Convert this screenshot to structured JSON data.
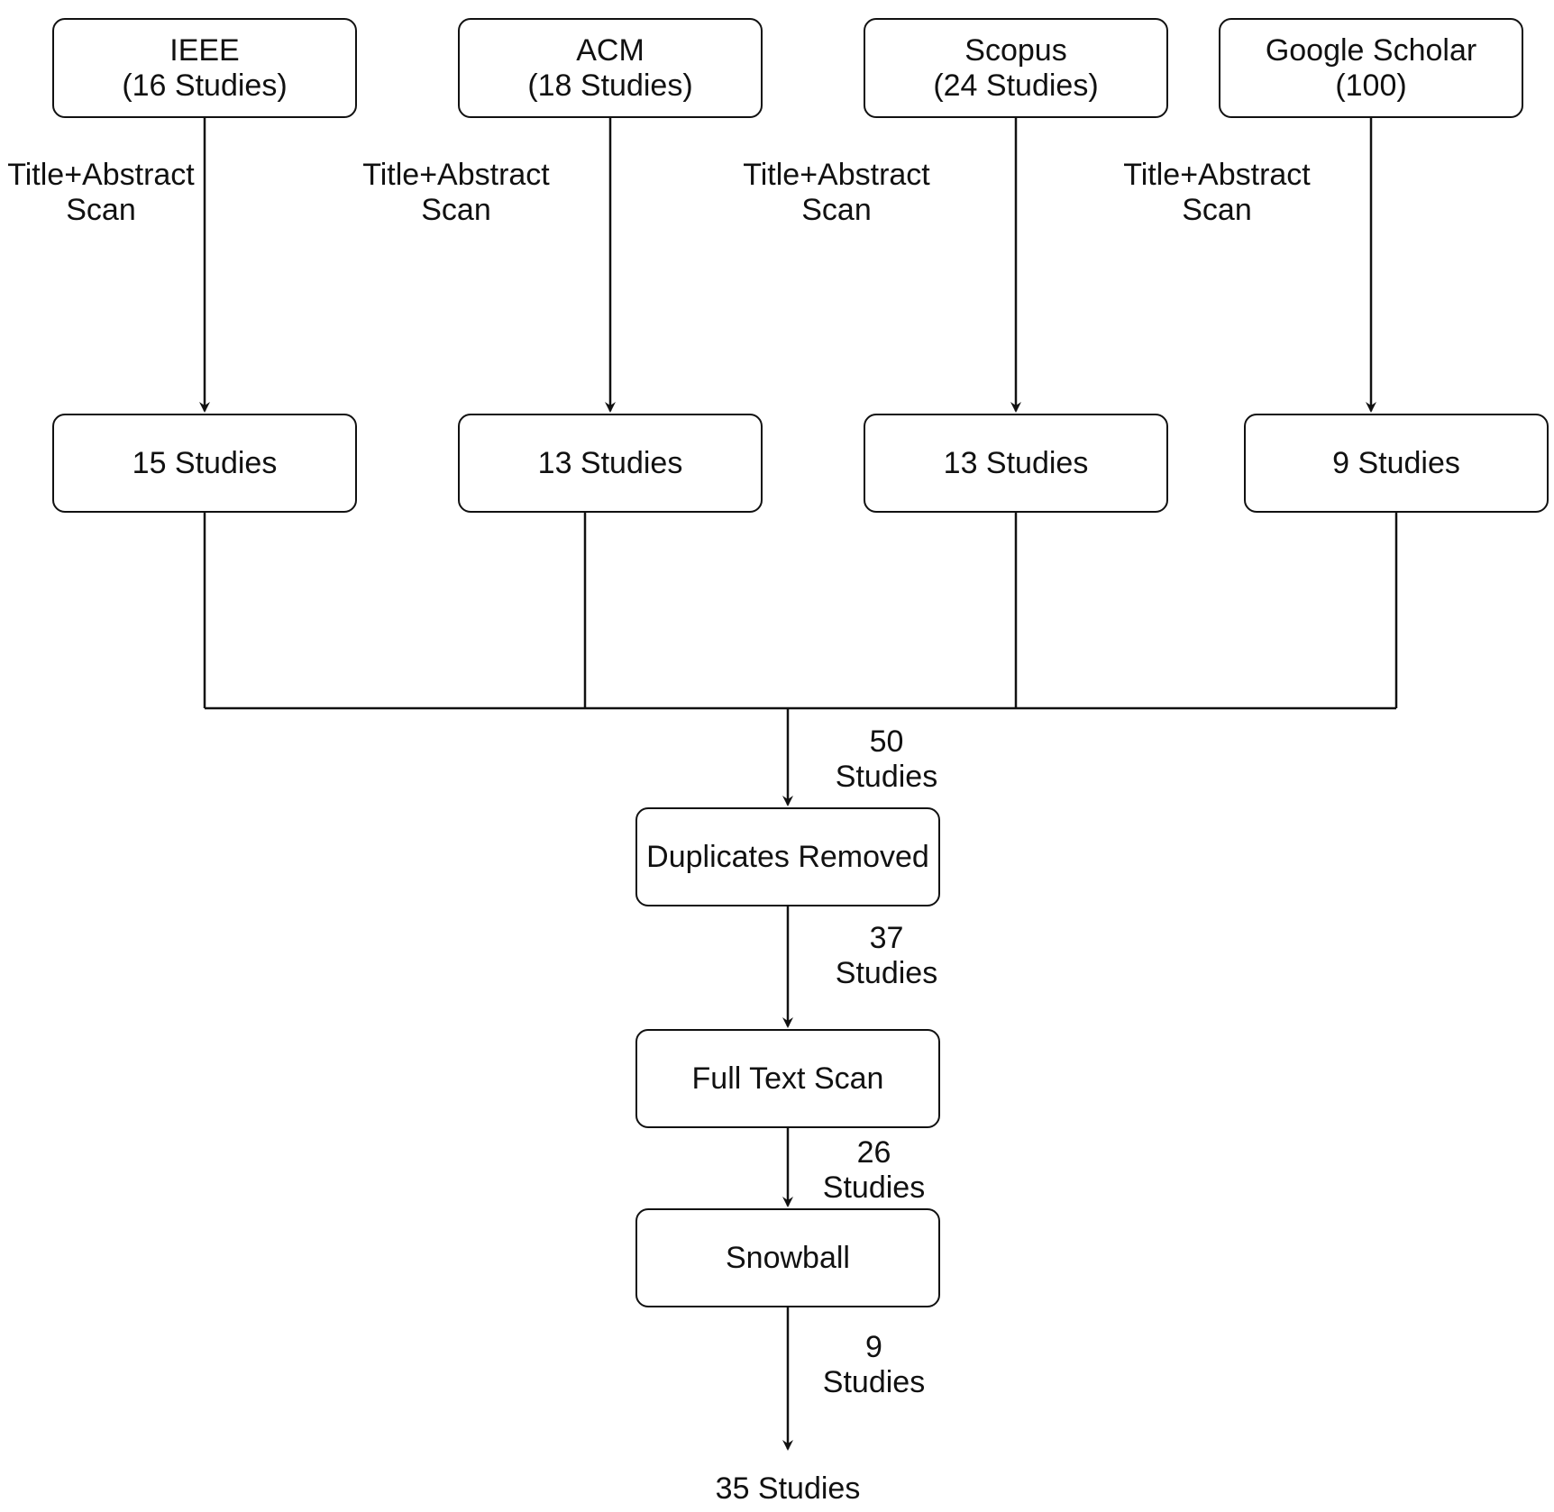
{
  "sources": [
    {
      "name": "IEEE",
      "count": "(16 Studies)"
    },
    {
      "name": "ACM",
      "count": "(18 Studies)"
    },
    {
      "name": "Scopus",
      "count": "(24 Studies)"
    },
    {
      "name": "Google Scholar",
      "count": "(100)"
    }
  ],
  "screen_labels": [
    {
      "line1": "Title+Abstract",
      "line2": "Scan"
    },
    {
      "line1": "Title+Abstract",
      "line2": "Scan"
    },
    {
      "line1": "Title+Abstract",
      "line2": "Scan"
    },
    {
      "line1": "Title+Abstract",
      "line2": "Scan"
    }
  ],
  "results": [
    "15 Studies",
    "13 Studies",
    "13 Studies",
    "9 Studies"
  ],
  "merged": {
    "line1": "50",
    "line2": "Studies"
  },
  "steps": {
    "duplicates": "Duplicates Removed",
    "fulltext": "Full Text Scan",
    "snowball": "Snowball"
  },
  "after_duplicates": {
    "line1": "37",
    "line2": "Studies"
  },
  "after_fulltext": {
    "line1": "26",
    "line2": "Studies"
  },
  "after_snowball": {
    "line1": "9",
    "line2": "Studies"
  },
  "final": "35 Studies",
  "colors": {
    "stroke": "#111111",
    "background": "#ffffff"
  }
}
